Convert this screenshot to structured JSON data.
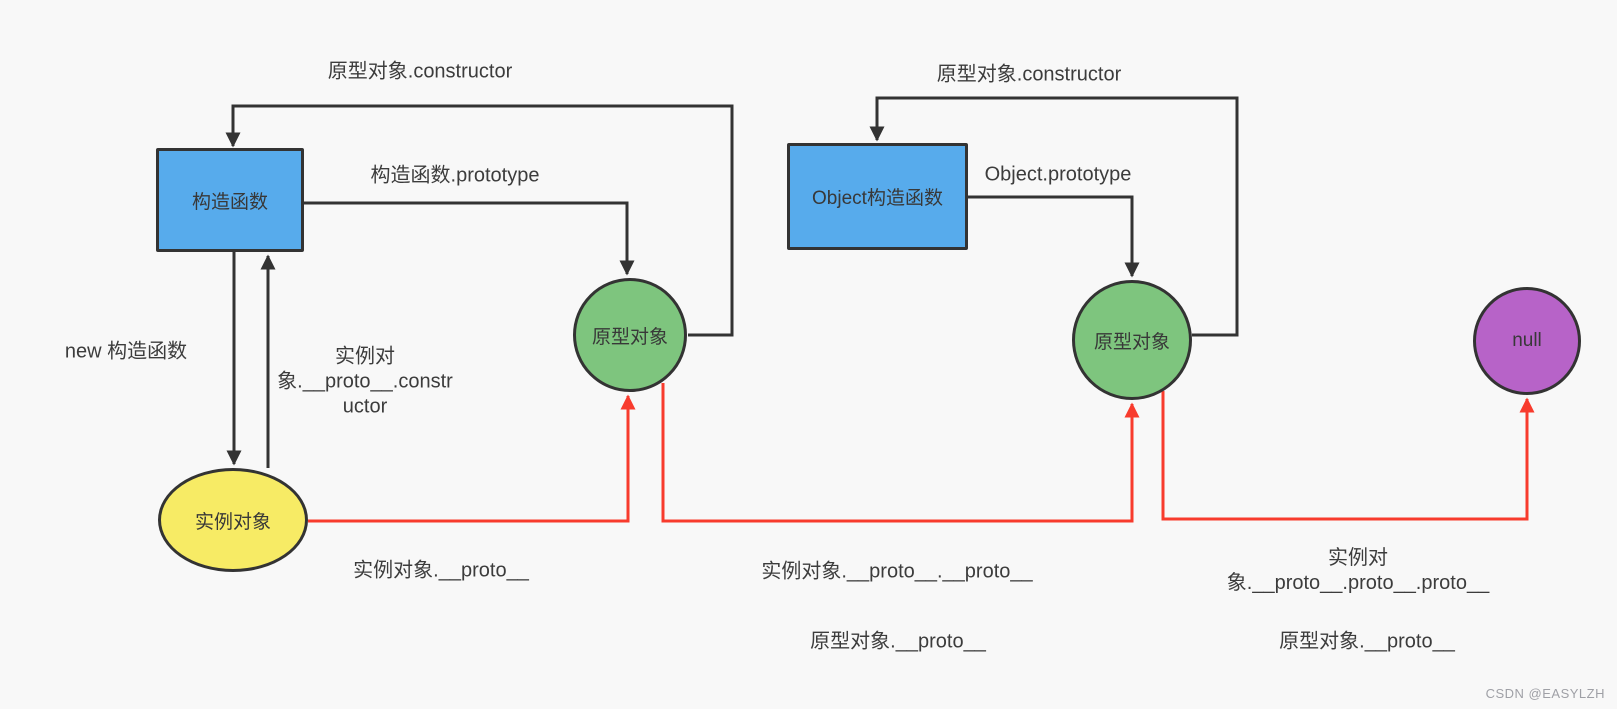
{
  "diagram": {
    "background": "#f8f8f8",
    "stroke_color": "#333333",
    "red_arrow_color": "#f83b2d",
    "nodes": {
      "constructor_fn": {
        "label": "构造函数",
        "shape": "rect",
        "fill": "#57abec"
      },
      "object_constructor": {
        "label": "Object构造函数",
        "shape": "rect",
        "fill": "#57abec"
      },
      "prototype_obj_1": {
        "label": "原型对象",
        "shape": "circle",
        "fill": "#7ec57e"
      },
      "prototype_obj_2": {
        "label": "原型对象",
        "shape": "circle",
        "fill": "#7ec57e"
      },
      "instance_obj": {
        "label": "实例对象",
        "shape": "ellipse",
        "fill": "#f7eb65"
      },
      "null_obj": {
        "label": "null",
        "shape": "circle",
        "fill": "#b763c8"
      }
    },
    "edge_labels": {
      "constructor_left": "原型对象.constructor",
      "prototype_left": "构造函数.prototype",
      "new_constructor": "new 构造函数",
      "instance_proto_constructor": "实例对\n象.__proto__.constr\nuctor",
      "instance_proto": "实例对象.__proto__",
      "instance_proto_proto": "实例对象.__proto__.__proto__",
      "instance_proto_proto_proto": "实例对象.__proto__.proto__.proto__",
      "prototype_proto_mid": "原型对象.__proto__",
      "prototype_proto_right": "原型对象.__proto__",
      "constructor_right": "原型对象.constructor",
      "object_prototype": "Object.prototype"
    },
    "watermark": "CSDN @EASYLZH"
  }
}
